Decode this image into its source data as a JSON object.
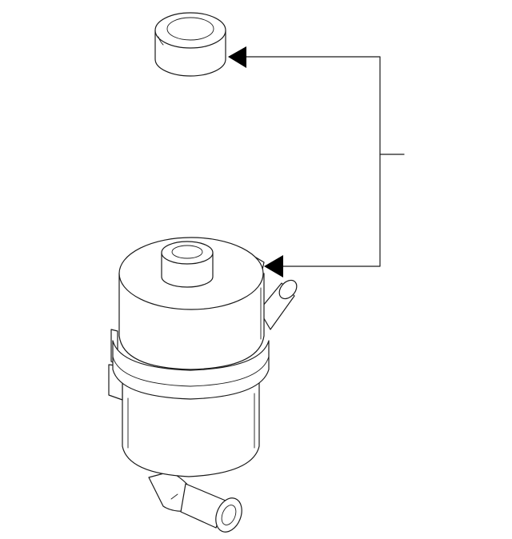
{
  "diagram": {
    "type": "parts-exploded-view",
    "colors": {
      "line": "#1a1a1a",
      "arrow": "#000000",
      "background": "#ffffff"
    },
    "parts": [
      {
        "id": "reservoir-cap",
        "icon": "cap-icon"
      },
      {
        "id": "power-steering-reservoir",
        "icon": "reservoir-icon"
      }
    ],
    "callout": {
      "label": "",
      "points_to": [
        "reservoir-cap",
        "power-steering-reservoir"
      ]
    }
  }
}
